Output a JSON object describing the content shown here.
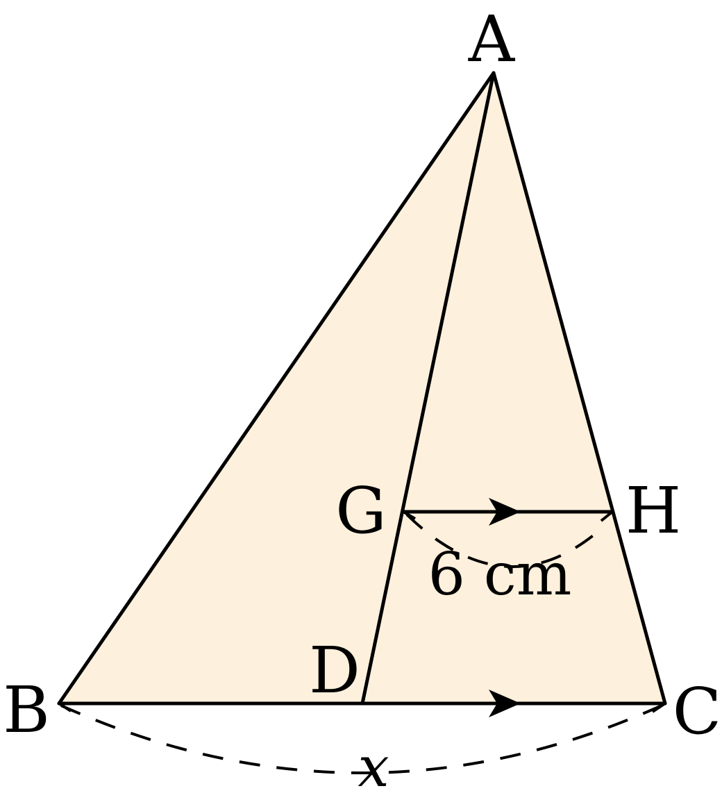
{
  "figure": {
    "fill_color": "#fdf0dc",
    "stroke_color": "#000000",
    "vertices": {
      "A": "A",
      "B": "B",
      "C": "C",
      "D": "D",
      "G": "G",
      "H": "H"
    },
    "measurements": {
      "gh": "6 cm",
      "bc": "x"
    }
  }
}
